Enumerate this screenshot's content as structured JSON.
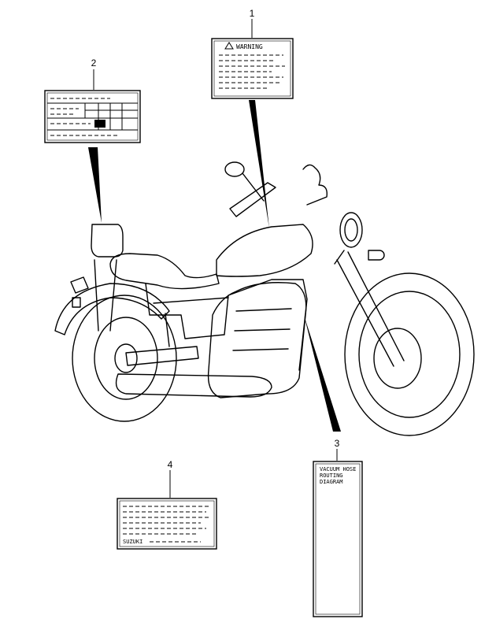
{
  "callouts": [
    {
      "number": "1",
      "label_text": "WARNING"
    },
    {
      "number": "2"
    },
    {
      "number": "3",
      "label_text": [
        "VACUUM HOSE",
        "ROUTING",
        "DIAGRAM"
      ]
    },
    {
      "number": "4",
      "label_text": "SUZUKI"
    }
  ]
}
